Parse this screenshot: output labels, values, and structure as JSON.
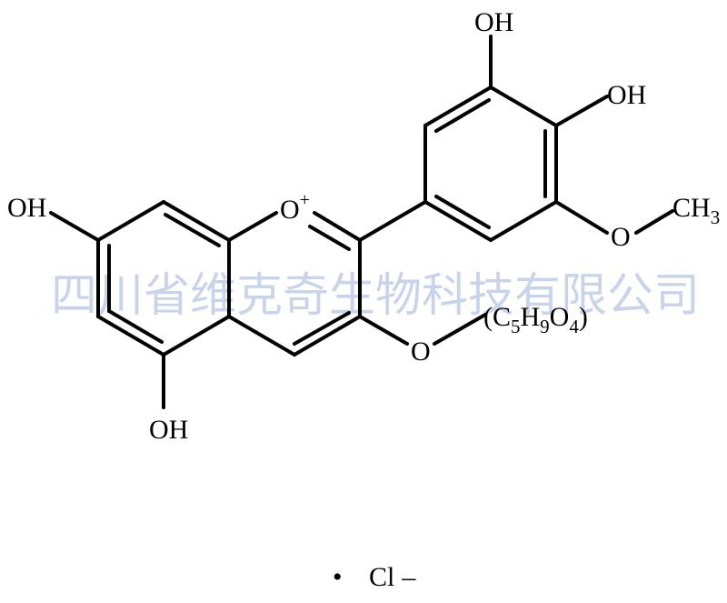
{
  "watermark": "四川省维克奇生物科技有限公司",
  "labels": {
    "oh_top": "OH",
    "oh_upper_right": "OH",
    "oh_left": "OH",
    "oh_bottom": "OH",
    "ring_oxygen": "O",
    "ring_oxygen_charge": "+",
    "methoxy_o": "O",
    "methyl_c": "CH",
    "methyl_sub": "3",
    "glycoside_o": "O",
    "sugar_open": "(C",
    "sugar_c_sub": "5",
    "sugar_h": "H",
    "sugar_h_sub": "9",
    "sugar_o": "O",
    "sugar_o_sub": "4",
    "sugar_close": ")",
    "counterion_dot": "•",
    "counterion": "Cl",
    "counterion_charge": "–"
  },
  "colors": {
    "ink": "#000000",
    "watermark": "#c9d4ea",
    "background": "#ffffff"
  }
}
